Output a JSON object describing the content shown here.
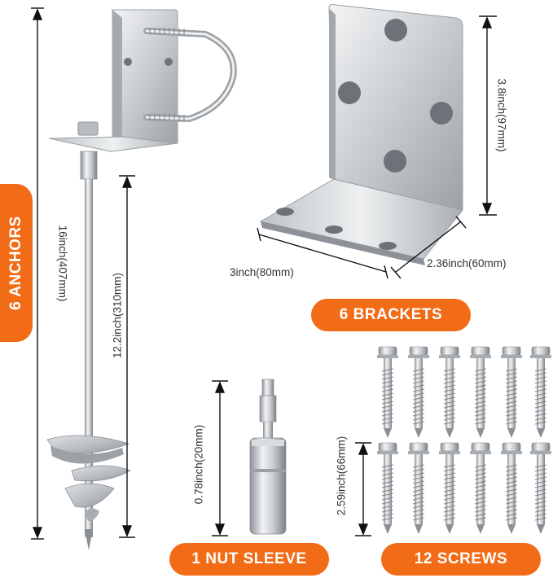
{
  "labels": {
    "anchors": "6 ANCHORS",
    "brackets": "6 BRACKETS",
    "nut_sleeve": "1 NUT SLEEVE",
    "screws": "12 SCREWS"
  },
  "dimensions": {
    "anchor_total": "16inch(407mm)",
    "anchor_shaft": "12.2inch(310mm)",
    "bracket_height": "3.8inch(97mm)",
    "bracket_width": "3inch(80mm)",
    "bracket_depth": "2.36inch(60mm)",
    "sleeve_length": "0.78inch(20mm)",
    "screw_length": "2.59inch(66mm)"
  },
  "colors": {
    "accent": "#f26b16",
    "metal_light": "#e6e8ea",
    "metal_dark": "#8a8f95",
    "dimension_line": "#111111"
  }
}
